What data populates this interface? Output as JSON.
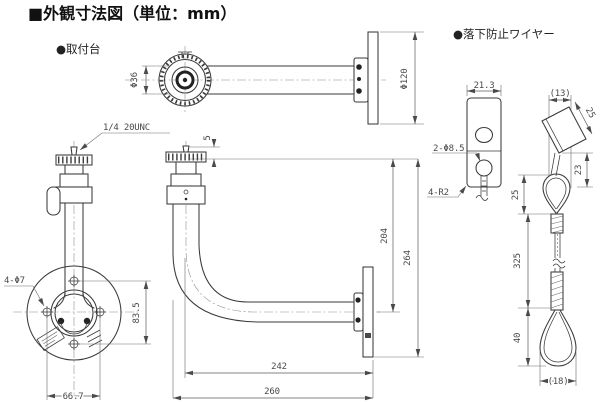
{
  "title": "■外観寸法図（単位：mm）",
  "sections": {
    "mount_label": "●取付台",
    "wire_label": "●落下防止ワイヤー"
  },
  "mount": {
    "top_view": {
      "tube_dia": "Φ36",
      "plate_dia": "Φ120"
    },
    "front_view": {
      "screw": "1/4 20UNC",
      "holes": "4-Φ7",
      "hole_pitch_x": "66.7",
      "hole_pitch_y": "83.5"
    },
    "side_view": {
      "screw_height": "5",
      "arm_height": "204",
      "total_height": "264",
      "arm_reach": "242",
      "total_reach": "260"
    }
  },
  "wire": {
    "bracket": {
      "width": "21.3",
      "holes": "2-Φ8.5",
      "corner_radius": "4-R2"
    },
    "side": {
      "tab_offset": "(13)",
      "tab_length": "25",
      "tab_drop": "23",
      "top_loop": "25",
      "length": "325",
      "bottom_loop": "40",
      "loop_width": "(18)"
    }
  },
  "colors": {
    "background": "#ffffff",
    "line": "#3a3a3a",
    "dim_line": "#5a5a5a",
    "text": "#4a4a4a",
    "title_text": "#111111"
  }
}
